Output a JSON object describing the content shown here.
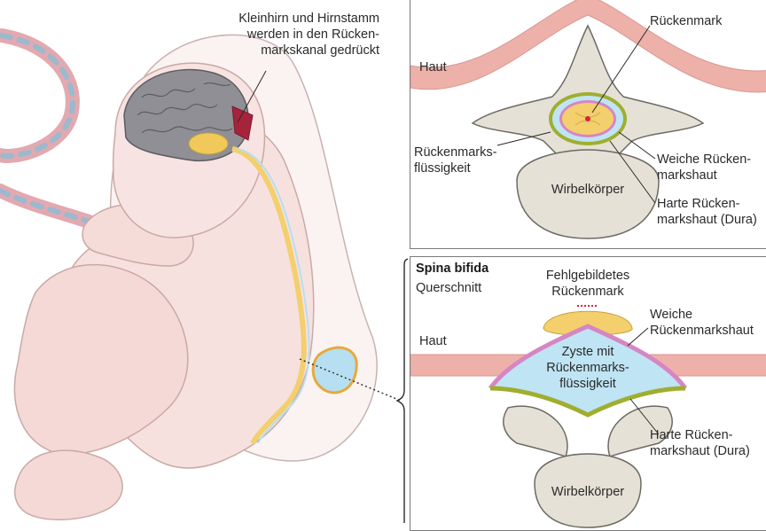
{
  "fetus": {
    "label_line1": "Kleinhirn und Hirnstamm",
    "label_line2": "werden in den Rücken-",
    "label_line3": "markskanal gedrückt"
  },
  "top_panel": {
    "haut": "Haut",
    "rueckenmark": "Rückenmark",
    "liquor_l1": "Rückenmarks-",
    "liquor_l2": "flüssigkeit",
    "weiche_l1": "Weiche Rücken-",
    "weiche_l2": "markshaut",
    "harte_l1": "Harte Rücken-",
    "harte_l2": "markshaut (Dura)",
    "wirbelkoerper": "Wirbelkörper"
  },
  "bottom_panel": {
    "title": "Spina bifida",
    "subtitle": "Querschnitt",
    "haut": "Haut",
    "fehl_l1": "Fehlgebildetes",
    "fehl_l2": "Rückenmark",
    "weiche_l1": "Weiche",
    "weiche_l2": "Rückenmarkshaut",
    "zyste_l1": "Zyste mit",
    "zyste_l2": "Rückenmarks-",
    "zyste_l3": "flüssigkeit",
    "harte_l1": "Harte Rücken-",
    "harte_l2": "markshaut (Dura)",
    "wirbelkoerper": "Wirbelkörper"
  },
  "colors": {
    "skin": "#f9e8e6",
    "skin_outline": "#c9a9a6",
    "skin_band": "#eeb1aa",
    "bone": "#e6e1d6",
    "bone_outline": "#6d6a63",
    "csf": "#bfe4f3",
    "dura": "#9fae2f",
    "pia": "#d686c4",
    "cord": "#f3cf6e",
    "brain": "#8f8f95",
    "cord_red": "#d9233a"
  }
}
